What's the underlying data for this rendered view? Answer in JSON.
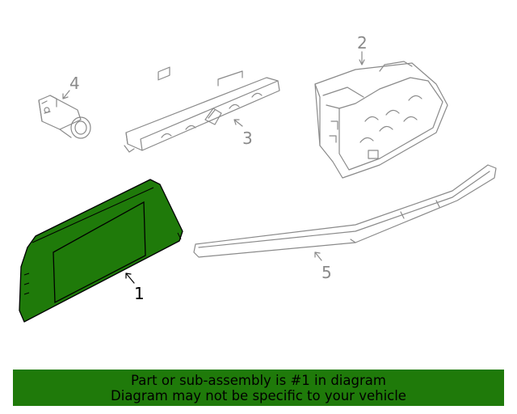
{
  "diagram": {
    "callouts": [
      "1",
      "2",
      "3",
      "4",
      "5"
    ],
    "highlight_color": "#1f7a0a",
    "line_color": "#8a8a8a"
  },
  "banner": {
    "line1": "Part or sub-assembly is #1 in diagram",
    "line2": "Diagram may not be specific to your vehicle",
    "background": "#1f7a0a"
  }
}
